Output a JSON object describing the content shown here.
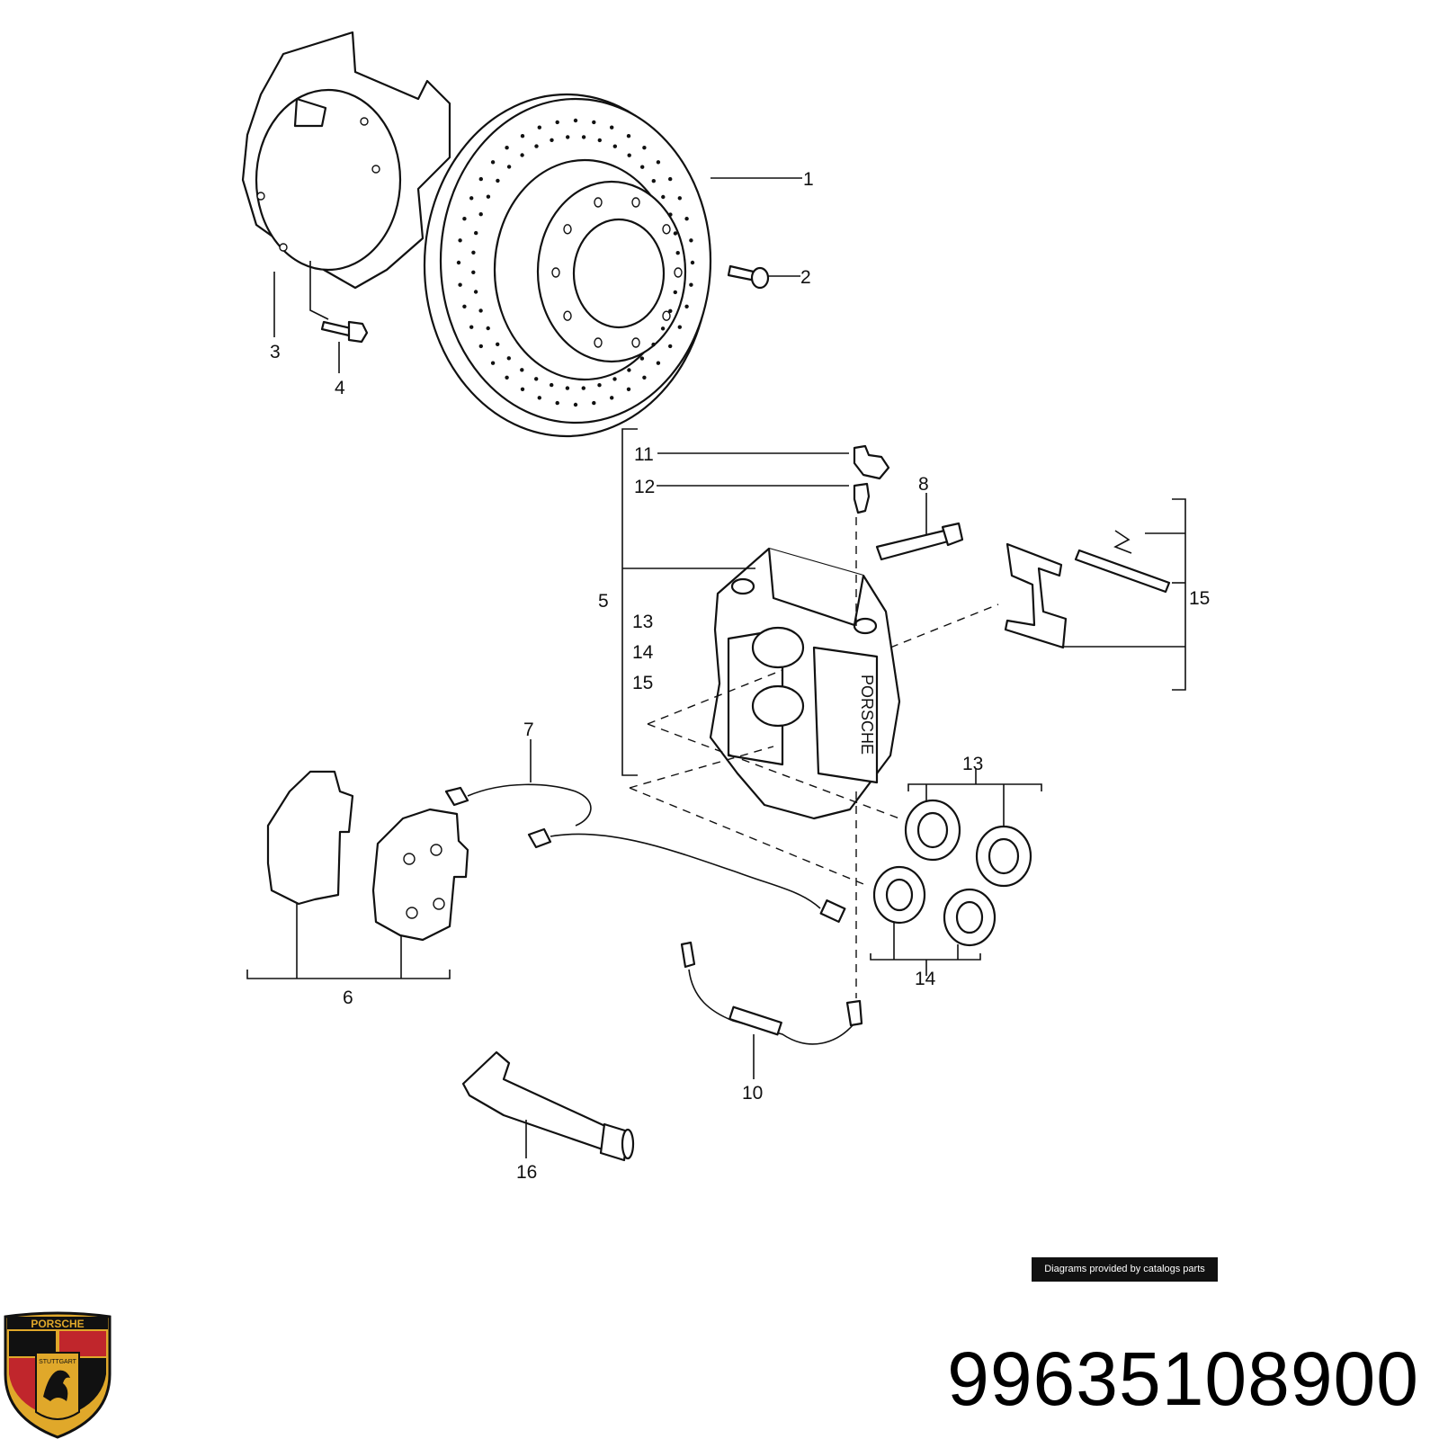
{
  "diagram": {
    "callouts": [
      "1",
      "2",
      "3",
      "4",
      "5",
      "6",
      "7",
      "8",
      "10",
      "11",
      "12",
      "13",
      "14",
      "15",
      "16"
    ],
    "group5_list": [
      "13",
      "14",
      "15"
    ],
    "caliper_text": "PORSCHE"
  },
  "credit": "Diagrams provided by catalogs parts",
  "part_number": "99635108900",
  "logo": {
    "name": "porsche-crest",
    "lettering": "PORSCHE",
    "city": "STUTTGART",
    "colors": {
      "gold": "#e0a82a",
      "red": "#c0262c",
      "black": "#111111"
    }
  }
}
